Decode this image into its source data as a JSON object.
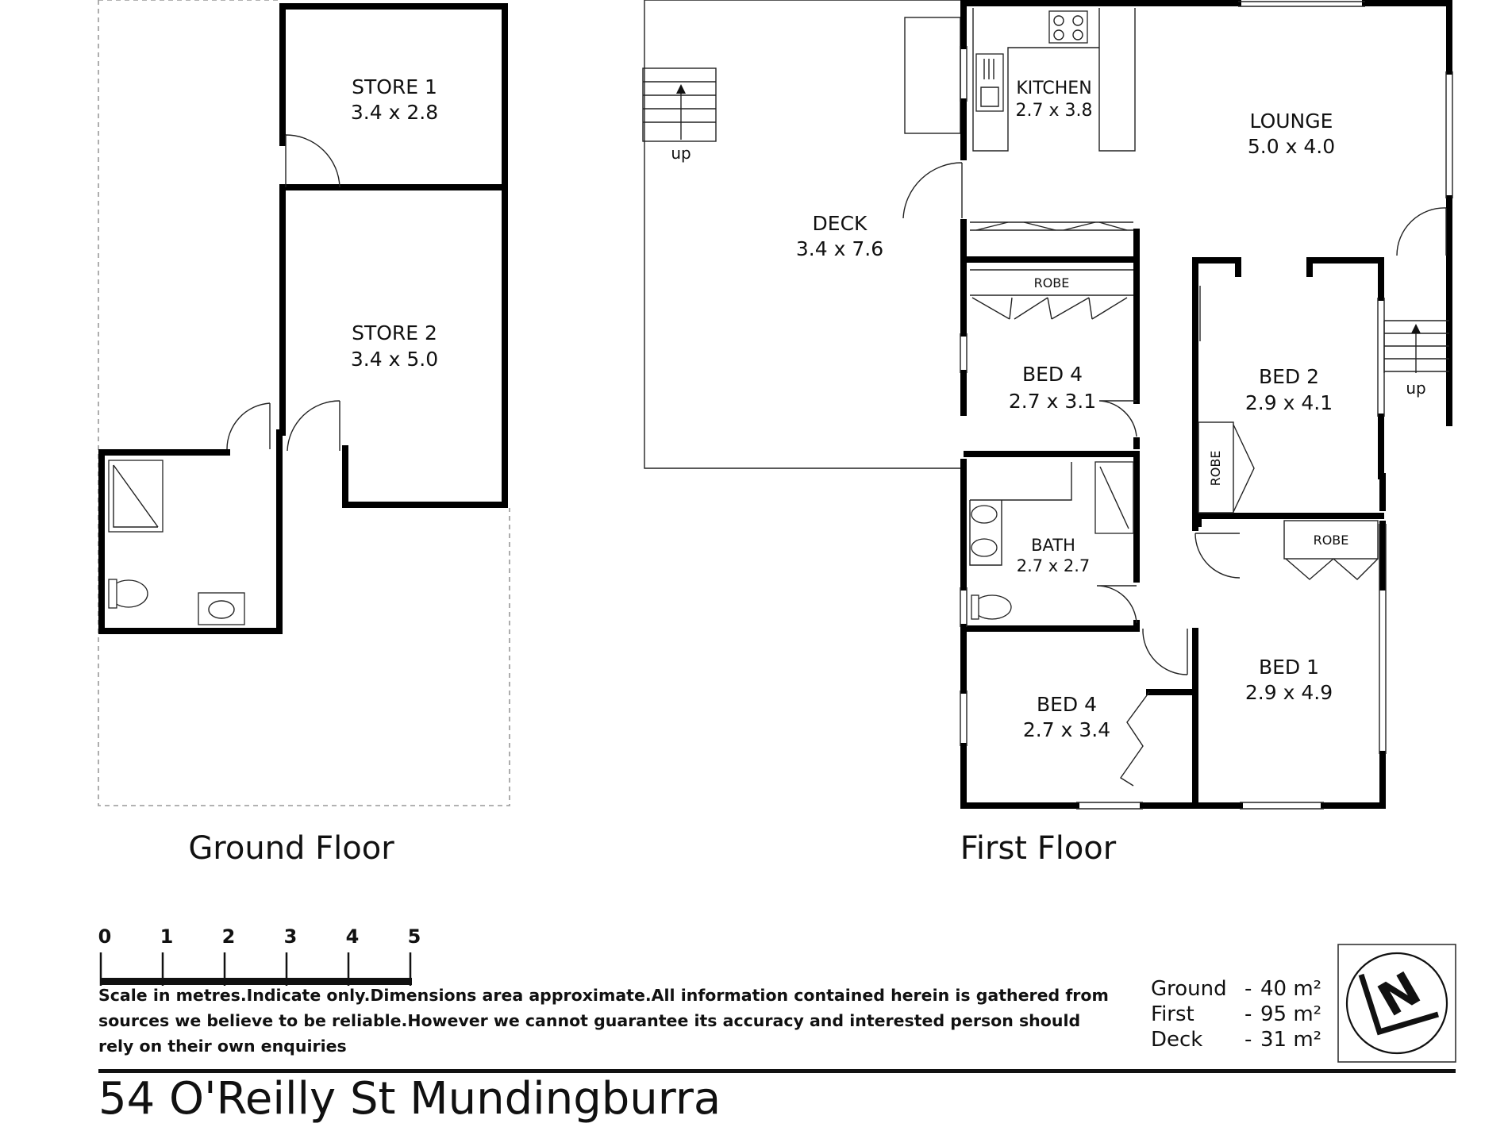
{
  "ground_floor": {
    "title": "Ground Floor",
    "rooms": {
      "store1": {
        "name": "STORE 1",
        "dims": "3.4 x 2.8"
      },
      "store2": {
        "name": "STORE 2",
        "dims": "3.4 x 5.0"
      }
    }
  },
  "first_floor": {
    "title": "First Floor",
    "rooms": {
      "kitchen": {
        "name": "KITCHEN",
        "dims": "2.7 x 3.8"
      },
      "lounge": {
        "name": "LOUNGE",
        "dims": "5.0 x 4.0"
      },
      "deck": {
        "name": "DECK",
        "dims": "3.4 x 7.6"
      },
      "bed4a": {
        "name": "BED 4",
        "dims": "2.7 x 3.1"
      },
      "bed2": {
        "name": "BED 2",
        "dims": "2.9 x 4.1"
      },
      "bath": {
        "name": "BATH",
        "dims": "2.7 x 2.7"
      },
      "bed1": {
        "name": "BED 1",
        "dims": "2.9 x 4.9"
      },
      "bed4b": {
        "name": "BED 4",
        "dims": "2.7 x 3.4"
      }
    },
    "robe_label": "ROBE",
    "stairs_label": "up"
  },
  "scale": {
    "ticks": [
      "0",
      "1",
      "2",
      "3",
      "4",
      "5"
    ]
  },
  "disclaimer": "Scale in metres.Indicate only.Dimensions area approximate.All information contained herein is gathered from sources we believe to be reliable.However we cannot guarantee its accuracy and interested person should rely on their own enquiries",
  "areas": [
    {
      "name": "Ground",
      "value": "40",
      "unit": "m²"
    },
    {
      "name": "First",
      "value": "95",
      "unit": "m²"
    },
    {
      "name": "Deck",
      "value": "31",
      "unit": "m²"
    }
  ],
  "compass_label": "N",
  "address": "54 O'Reilly St Mundingburra"
}
